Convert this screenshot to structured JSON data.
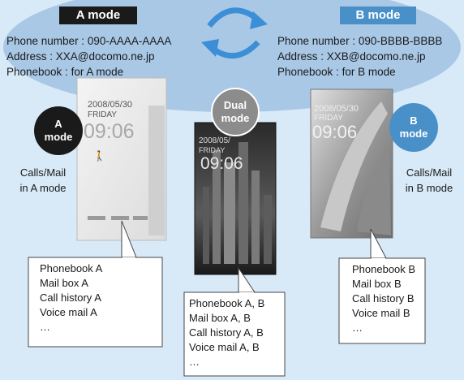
{
  "modes": {
    "a": {
      "header": "A mode",
      "phone": "Phone number : 090-AAAA-AAAA",
      "address": "Address : XXA@docomo.ne.jp",
      "phonebook": "Phonebook : for A mode",
      "badge_line1": "A",
      "badge_line2": "mode",
      "side_line1": "Calls/Mail",
      "side_line2": "in A mode",
      "screen_date": "2008/05/30",
      "screen_day": "FRIDAY",
      "screen_time": "09:06",
      "items": [
        "Phonebook A",
        "Mail box A",
        "Call history A",
        "Voice mail A",
        "…"
      ]
    },
    "dual": {
      "badge_line1": "Dual",
      "badge_line2": "mode",
      "screen_date": "2008/05/",
      "screen_day": "FRIDAY",
      "screen_time": "09:06",
      "items": [
        "Phonebook A, B",
        "Mail box A, B",
        "Call history A, B",
        "Voice mail A, B",
        "…"
      ]
    },
    "b": {
      "header": "B mode",
      "phone": "Phone number : 090-BBBB-BBBB",
      "address": "Address : XXB@docomo.ne.jp",
      "phonebook": "Phonebook : for B mode",
      "badge_line1": "B",
      "badge_line2": "mode",
      "side_line1": "Calls/Mail",
      "side_line2": "in B mode",
      "screen_date": "2008/05/30",
      "screen_day": "FRIDAY",
      "screen_time": "09:06",
      "items": [
        "Phonebook B",
        "Mail box B",
        "Call history B",
        "Voice mail B",
        "…"
      ]
    }
  },
  "colors": {
    "background": "#d8eaf8",
    "ellipse": "#a8c8e6",
    "a_mode": "#1a1a1a",
    "b_mode": "#4a90c8",
    "dual_mode": "#8c8c8c",
    "swap_arrows": "#3c8fd6"
  },
  "icons": [
    "swap-arrows-icon",
    "person-icon"
  ]
}
